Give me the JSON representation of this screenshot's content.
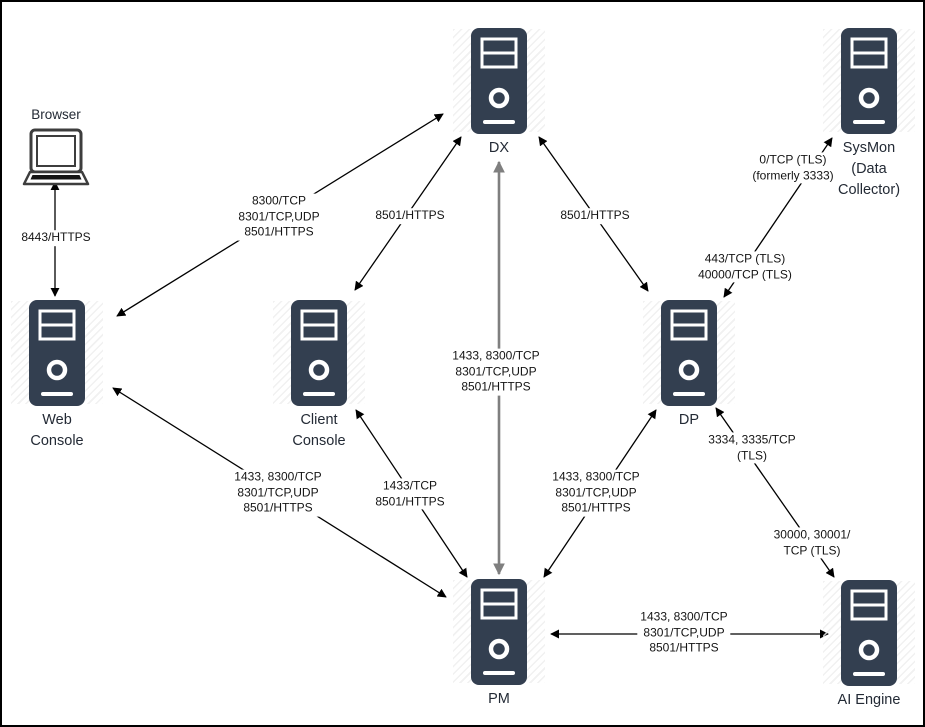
{
  "diagram_title": "Product component port/protocol communication diagram",
  "colors": {
    "server": "#333F50",
    "line": "#000000",
    "thick_line": "#7f7f7f",
    "label": "#232A35"
  },
  "nodes": {
    "browser": {
      "label": "Browser",
      "icon": "laptop-icon"
    },
    "dx": {
      "label": "DX",
      "icon": "server-icon"
    },
    "sysmon": {
      "label": "SysMon\n(Data\nCollector)",
      "icon": "server-icon"
    },
    "web_console": {
      "label": "Web\nConsole",
      "icon": "server-icon"
    },
    "client_console": {
      "label": "Client\nConsole",
      "icon": "server-icon"
    },
    "dp": {
      "label": "DP",
      "icon": "server-icon"
    },
    "pm": {
      "label": "PM",
      "icon": "server-icon"
    },
    "ai_engine": {
      "label": "AI Engine",
      "icon": "server-icon"
    }
  },
  "edges": {
    "browser_web": {
      "from": "browser",
      "to": "web_console",
      "label": "8443/HTTPS"
    },
    "web_dx": {
      "from": "web_console",
      "to": "dx",
      "label": "8300/TCP\n8301/TCP,UDP\n8501/HTTPS"
    },
    "client_dx": {
      "from": "client_console",
      "to": "dx",
      "label": "8501/HTTPS"
    },
    "dp_dx": {
      "from": "dp",
      "to": "dx",
      "label": "8501/HTTPS"
    },
    "dx_pm": {
      "from": "dx",
      "to": "pm",
      "label": "1433, 8300/TCP\n8301/TCP,UDP\n8501/HTTPS"
    },
    "dp_sysmon": {
      "from": "dp",
      "to": "sysmon",
      "label_upper": "0/TCP (TLS)\n(formerly 3333)",
      "label_lower": "443/TCP (TLS)\n40000/TCP (TLS)"
    },
    "web_pm": {
      "from": "web_console",
      "to": "pm",
      "label": "1433, 8300/TCP\n8301/TCP,UDP\n8501/HTTPS"
    },
    "client_pm": {
      "from": "client_console",
      "to": "pm",
      "label": "1433/TCP\n8501/HTTPS"
    },
    "dp_pm": {
      "from": "dp",
      "to": "pm",
      "label": "1433, 8300/TCP\n8301/TCP,UDP\n8501/HTTPS"
    },
    "dp_ai": {
      "from": "dp",
      "to": "ai_engine",
      "label_upper": "3334, 3335/TCP\n(TLS)",
      "label_lower": "30000, 30001/\nTCP (TLS)"
    },
    "pm_ai": {
      "from": "pm",
      "to": "ai_engine",
      "label": "1433, 8300/TCP\n8301/TCP,UDP\n8501/HTTPS"
    }
  }
}
